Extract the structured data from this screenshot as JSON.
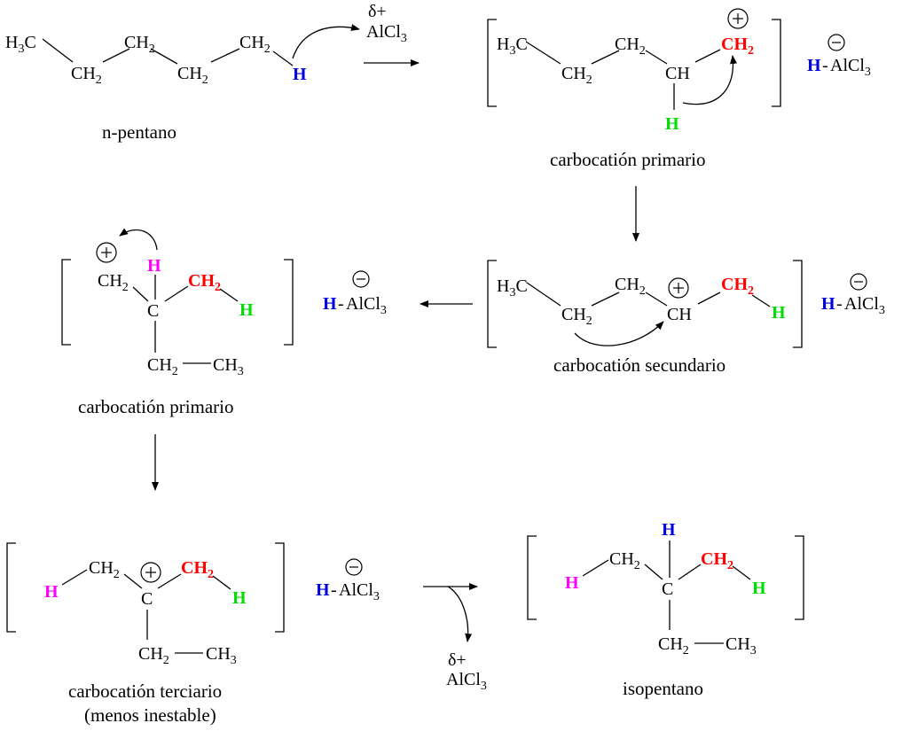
{
  "labels": {
    "npentano": "n-pentano",
    "carb_primario_1": "carbocatión primario",
    "carb_secundario": "carbocatión secundario",
    "carb_primario_2": "carbocatión primario",
    "carb_terciario_1": "carbocatión terciario",
    "carb_terciario_2": "(menos inestable)",
    "isopentano": "isopentano"
  },
  "atoms": {
    "H3C": "H",
    "H3C_c": "C",
    "three": "3",
    "CH": "CH",
    "CH2": "CH",
    "two": "2",
    "C": "C",
    "H": "H",
    "CH3": "CH",
    "AlCl": "AlCl",
    "delta": "δ+",
    "dash": "-"
  },
  "colors": {
    "blue": "#0000dd",
    "red": "#ff0000",
    "green": "#00dd00",
    "magenta": "#ff00ff"
  }
}
